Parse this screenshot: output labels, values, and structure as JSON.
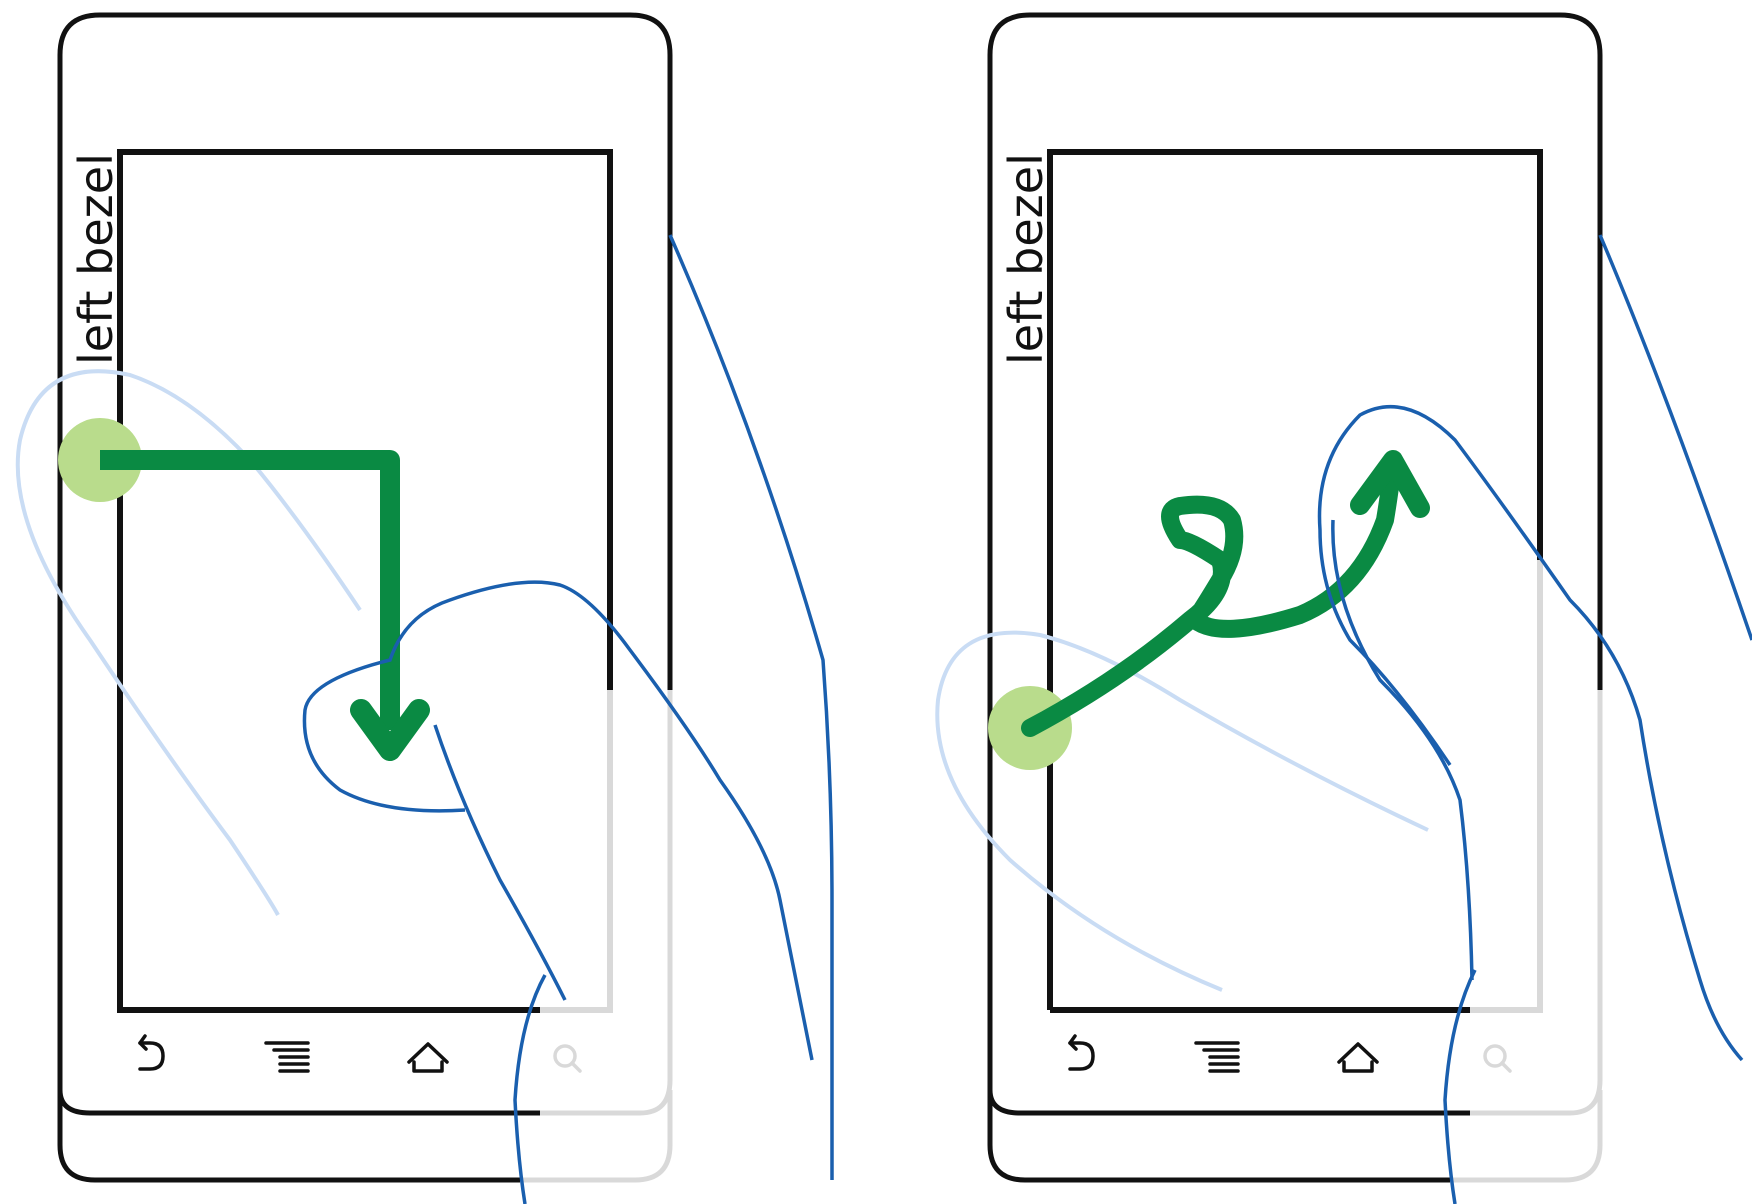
{
  "colors": {
    "device_outline": "#111111",
    "device_faded": "#d9d9d9",
    "hand_line": "#1a5fae",
    "hand_faded": "#c9dcf4",
    "gesture_path": "#0a8a43",
    "touch_point": "#b9dc8c"
  },
  "panels": [
    {
      "bezel_label": "left bezel",
      "gesture": "L-shaped swipe from left bezel: right then down, ending in an arrow",
      "nav_icons": [
        "back-icon",
        "menu-icon",
        "home-icon",
        "search-icon"
      ]
    },
    {
      "bezel_label": "left bezel",
      "gesture": "curved swipe from left bezel with a loop, ending in an upward arrow",
      "nav_icons": [
        "back-icon",
        "menu-icon",
        "home-icon",
        "search-icon"
      ]
    }
  ]
}
